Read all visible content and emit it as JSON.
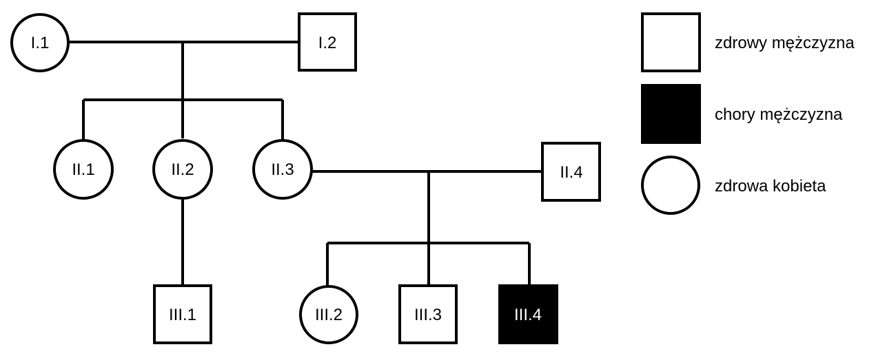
{
  "pedigree": {
    "individuals": {
      "i1": {
        "label": "I.1",
        "sex": "female",
        "affected": false
      },
      "i2": {
        "label": "I.2",
        "sex": "male",
        "affected": false
      },
      "ii1": {
        "label": "II.1",
        "sex": "female",
        "affected": false
      },
      "ii2": {
        "label": "II.2",
        "sex": "female",
        "affected": false
      },
      "ii3": {
        "label": "II.3",
        "sex": "female",
        "affected": false
      },
      "ii4": {
        "label": "II.4",
        "sex": "male",
        "affected": false
      },
      "iii1": {
        "label": "III.1",
        "sex": "male",
        "affected": false
      },
      "iii2": {
        "label": "III.2",
        "sex": "female",
        "affected": false
      },
      "iii3": {
        "label": "III.3",
        "sex": "male",
        "affected": false
      },
      "iii4": {
        "label": "III.4",
        "sex": "male",
        "affected": true
      }
    },
    "families": [
      {
        "parents": [
          "I.1",
          "I.2"
        ],
        "children": [
          "II.1",
          "II.2",
          "II.3"
        ]
      },
      {
        "parents": [
          "II.3",
          "II.4"
        ],
        "children": [
          "III.2",
          "III.3",
          "III.4"
        ]
      },
      {
        "parents": [
          "II.2"
        ],
        "children": [
          "III.1"
        ]
      }
    ]
  },
  "legend": {
    "healthy_male": "zdrowy mężczyzna",
    "affected_male": "chory mężczyzna",
    "healthy_female": "zdrowa kobieta"
  },
  "colors": {
    "affected_fill": "#000000",
    "healthy_fill": "#ffffff",
    "line": "#000000"
  }
}
